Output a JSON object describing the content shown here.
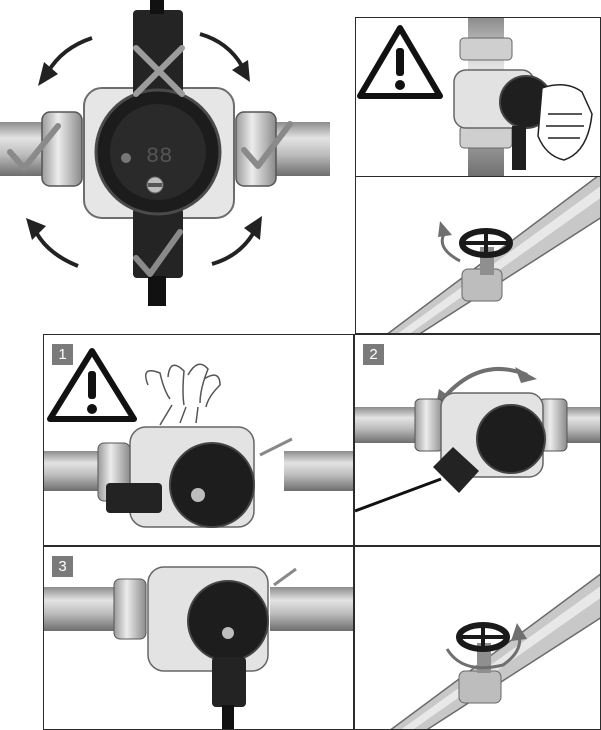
{
  "colors": {
    "pipe_light": "#d9d9d9",
    "pipe_mid": "#b3b3b3",
    "pipe_dark": "#7d7d7d",
    "pump_black": "#1e1e1e",
    "arrow_gray": "#6f6f6f",
    "badge_gray": "#7a7a7a",
    "warning_yellowless": "#ffffff",
    "border": "#2b2b2b"
  },
  "steps": [
    {
      "badge": "1"
    },
    {
      "badge": "2"
    },
    {
      "badge": "3"
    }
  ],
  "icons": [
    "warning-triangle-icon",
    "rotate-arrow-icon",
    "checkmark-icon",
    "cross-icon",
    "water-spray-icon",
    "valve-wheel-icon"
  ]
}
